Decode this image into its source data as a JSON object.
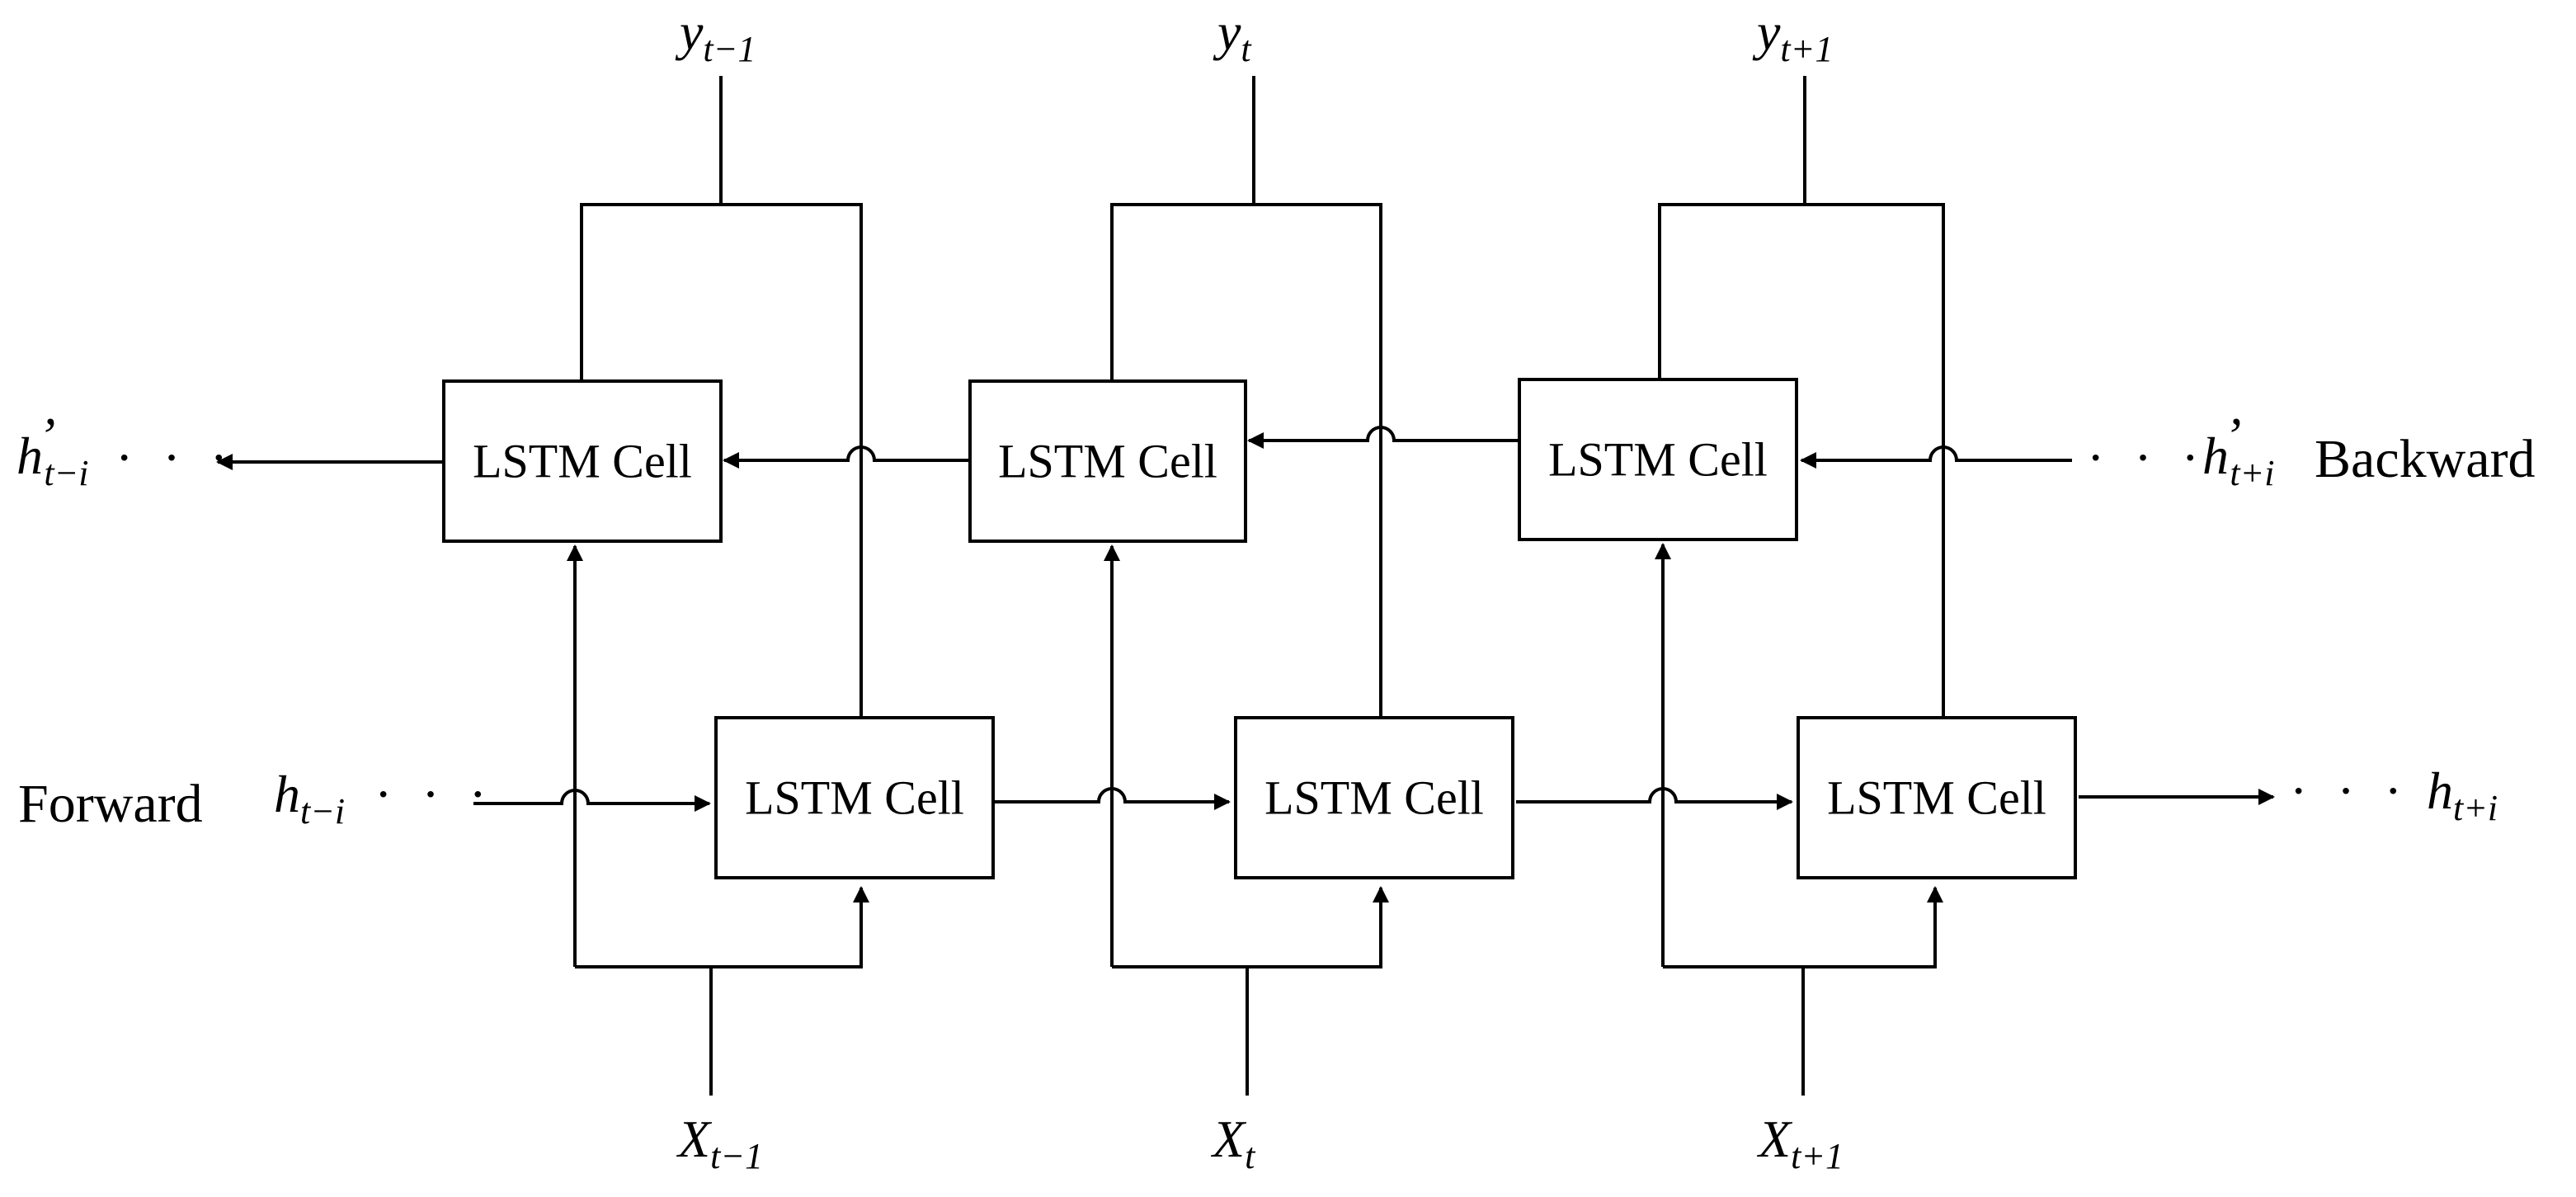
{
  "directions": {
    "forward": "Forward",
    "backward": "Backward"
  },
  "cells": {
    "backward": [
      "LSTM Cell",
      "LSTM Cell",
      "LSTM Cell"
    ],
    "forward": [
      "LSTM Cell",
      "LSTM Cell",
      "LSTM Cell"
    ]
  },
  "outputs": [
    {
      "base": "y",
      "sub": "t−1"
    },
    {
      "base": "y",
      "sub": "t"
    },
    {
      "base": "y",
      "sub": "t+1"
    }
  ],
  "inputs": [
    {
      "base": "X",
      "sub": "t−1"
    },
    {
      "base": "X",
      "sub": "t"
    },
    {
      "base": "X",
      "sub": "t+1"
    }
  ],
  "states": {
    "forward_in": {
      "base": "h",
      "sub": "t−i"
    },
    "forward_out": {
      "base": "h",
      "sub": "t+i"
    },
    "backward_in": {
      "base": "h",
      "prime": "’",
      "sub": "t+i"
    },
    "backward_out": {
      "base": "h",
      "prime": "’",
      "sub": "t−i"
    }
  },
  "ellipsis": "· · ·"
}
